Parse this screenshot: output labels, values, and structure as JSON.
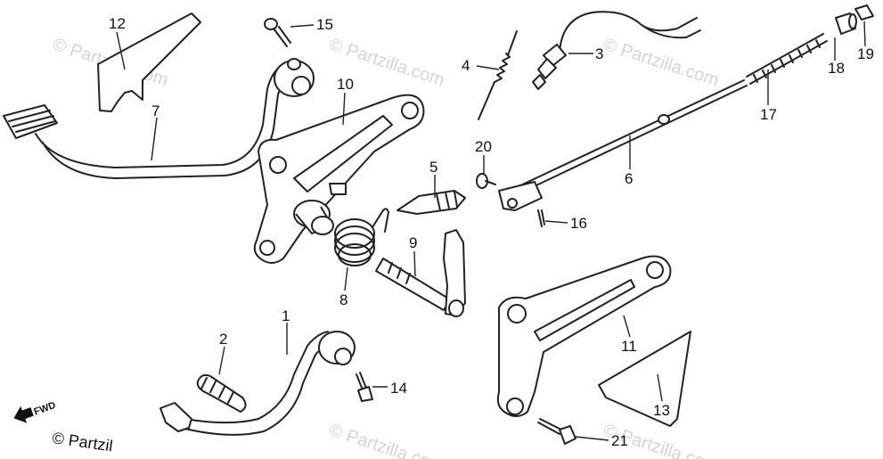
{
  "watermark": "© Partzilla.com",
  "copyright": "© Partzil",
  "direction": {
    "label": "FWD"
  },
  "callouts": [
    {
      "id": "1",
      "label": "1"
    },
    {
      "id": "2",
      "label": "2"
    },
    {
      "id": "3",
      "label": "3"
    },
    {
      "id": "4",
      "label": "4"
    },
    {
      "id": "5",
      "label": "5"
    },
    {
      "id": "6",
      "label": "6"
    },
    {
      "id": "7",
      "label": "7"
    },
    {
      "id": "8",
      "label": "8"
    },
    {
      "id": "9",
      "label": "9"
    },
    {
      "id": "10",
      "label": "10"
    },
    {
      "id": "11",
      "label": "11"
    },
    {
      "id": "12",
      "label": "12"
    },
    {
      "id": "13",
      "label": "13"
    },
    {
      "id": "14",
      "label": "14"
    },
    {
      "id": "15",
      "label": "15"
    },
    {
      "id": "16",
      "label": "16"
    },
    {
      "id": "17",
      "label": "17"
    },
    {
      "id": "18",
      "label": "18"
    },
    {
      "id": "19",
      "label": "19"
    },
    {
      "id": "20",
      "label": "20"
    },
    {
      "id": "21",
      "label": "21"
    }
  ]
}
